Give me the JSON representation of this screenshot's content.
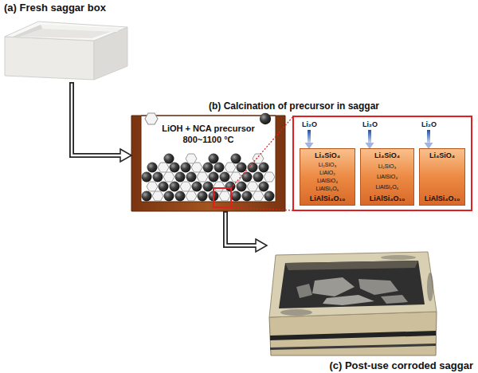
{
  "diagram": {
    "nodes": [
      {
        "text": [
          "(a) Fresh saggar box"
        ]
      },
      {
        "text": [
          "(b) Calcination of precursor in saggar",
          "LiOH + NCA precursor",
          "800~1100 °C"
        ]
      },
      {
        "text": [
          "Li₂O",
          "Li₄SiO₄",
          "Li₂SiO₃",
          "LiAlO₂",
          "LiAlSiO₄",
          "LiAlSi₂O₆",
          "LiAlSi₄O₁₀"
        ]
      },
      {
        "text": [
          "Li₂O",
          "Li₄SiO₄",
          "Li₂SiO₃",
          "LiAlSiO₄",
          "LiAlSi₂O₆",
          "LiAlSi₄O₁₀"
        ]
      },
      {
        "text": [
          "Li₂O",
          "Li₄SiO₄",
          "LiAlSi₄O₁₀"
        ]
      },
      {
        "text": [
          "(c) Post-use corroded saggar"
        ]
      }
    ],
    "edges": [
      {
        "from": 0,
        "to": 1,
        "arrow": "to"
      },
      {
        "from": 1,
        "to": 5,
        "arrow": "to"
      }
    ]
  }
}
